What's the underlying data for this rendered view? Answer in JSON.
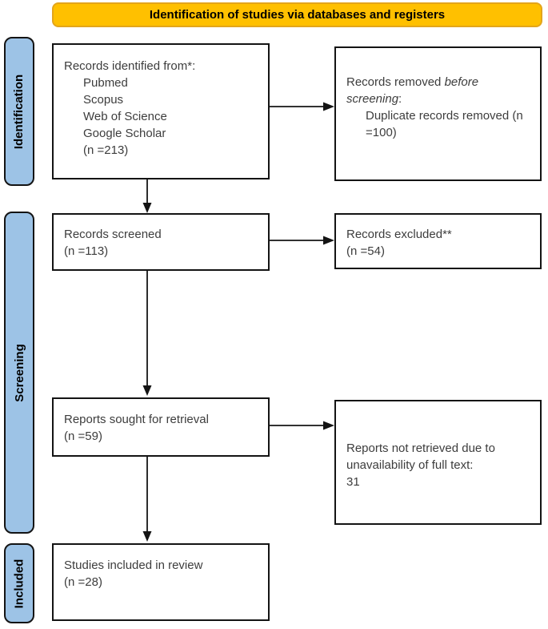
{
  "theme": {
    "banner_bg": "#ffc000",
    "banner_border": "#e3a51b",
    "sidebar_bg": "#9dc3e6",
    "box_border": "#141414",
    "arrow_color": "#141414",
    "text_color": "#3d3d3d"
  },
  "banner": {
    "label": "Identification of studies via databases and registers"
  },
  "sidebar": {
    "stages": [
      {
        "label": "Identification"
      },
      {
        "label": "Screening"
      },
      {
        "label": "Included"
      }
    ]
  },
  "boxes": {
    "records_identified": {
      "title": "Records identified from*:",
      "items": [
        "Pubmed",
        "Scopus",
        "Web of Science",
        "Google Scholar"
      ],
      "count": "(n =213)"
    },
    "records_removed": {
      "pre_italic": "Records removed ",
      "italic": "before screening",
      "post_italic": ":",
      "detail": "Duplicate records removed (n =100)"
    },
    "records_screened": {
      "line1": "Records screened",
      "line2": "(n =113)"
    },
    "records_excluded": {
      "line1": "Records excluded**",
      "line2": "(n =54)"
    },
    "reports_sought": {
      "line1": "Reports sought for retrieval",
      "line2": "(n =59)"
    },
    "reports_not_retrieved": {
      "line1": "Reports not retrieved due to unavailability of full text:",
      "line2": "31"
    },
    "studies_included": {
      "line1": "Studies included in review",
      "line2": "(n =28)"
    }
  }
}
